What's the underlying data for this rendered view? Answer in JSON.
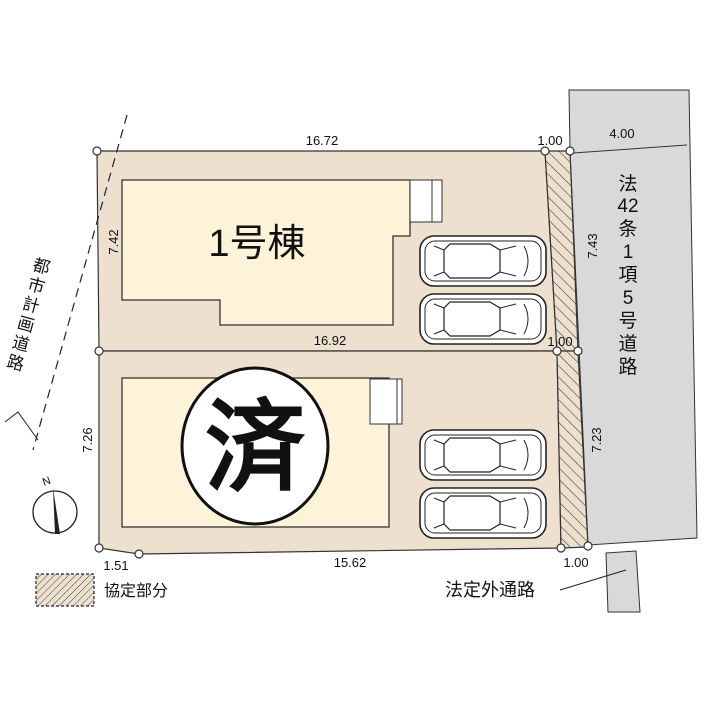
{
  "buildings": {
    "lot1_label": "1号棟",
    "lot2_sold_label": "済"
  },
  "roads": {
    "main_road_label": [
      "法",
      "42",
      "条",
      "1",
      "項",
      "5",
      "号",
      "道",
      "路"
    ],
    "planned_road_label": [
      "都",
      "市",
      "計",
      "画",
      "道",
      "路"
    ],
    "side_path_label": "法定外通路"
  },
  "legend": {
    "agreement_area_label": "協定部分"
  },
  "compass": {
    "north_label": "N"
  },
  "dimensions": {
    "top": "16.72",
    "top_right": "1.00",
    "road_width": "4.00",
    "lot1_left": "7.42",
    "lot1_right": "7.43",
    "middle": "16.92",
    "middle_right": "1.00",
    "lot2_left": "7.26",
    "lot2_right": "7.23",
    "bottom_left": "1.51",
    "bottom": "15.62",
    "bottom_right": "1.00"
  },
  "colors": {
    "lot": "#ede0cf",
    "building": "#fdf3d8",
    "road": "#d9d9d9",
    "hatch": "#555555"
  }
}
